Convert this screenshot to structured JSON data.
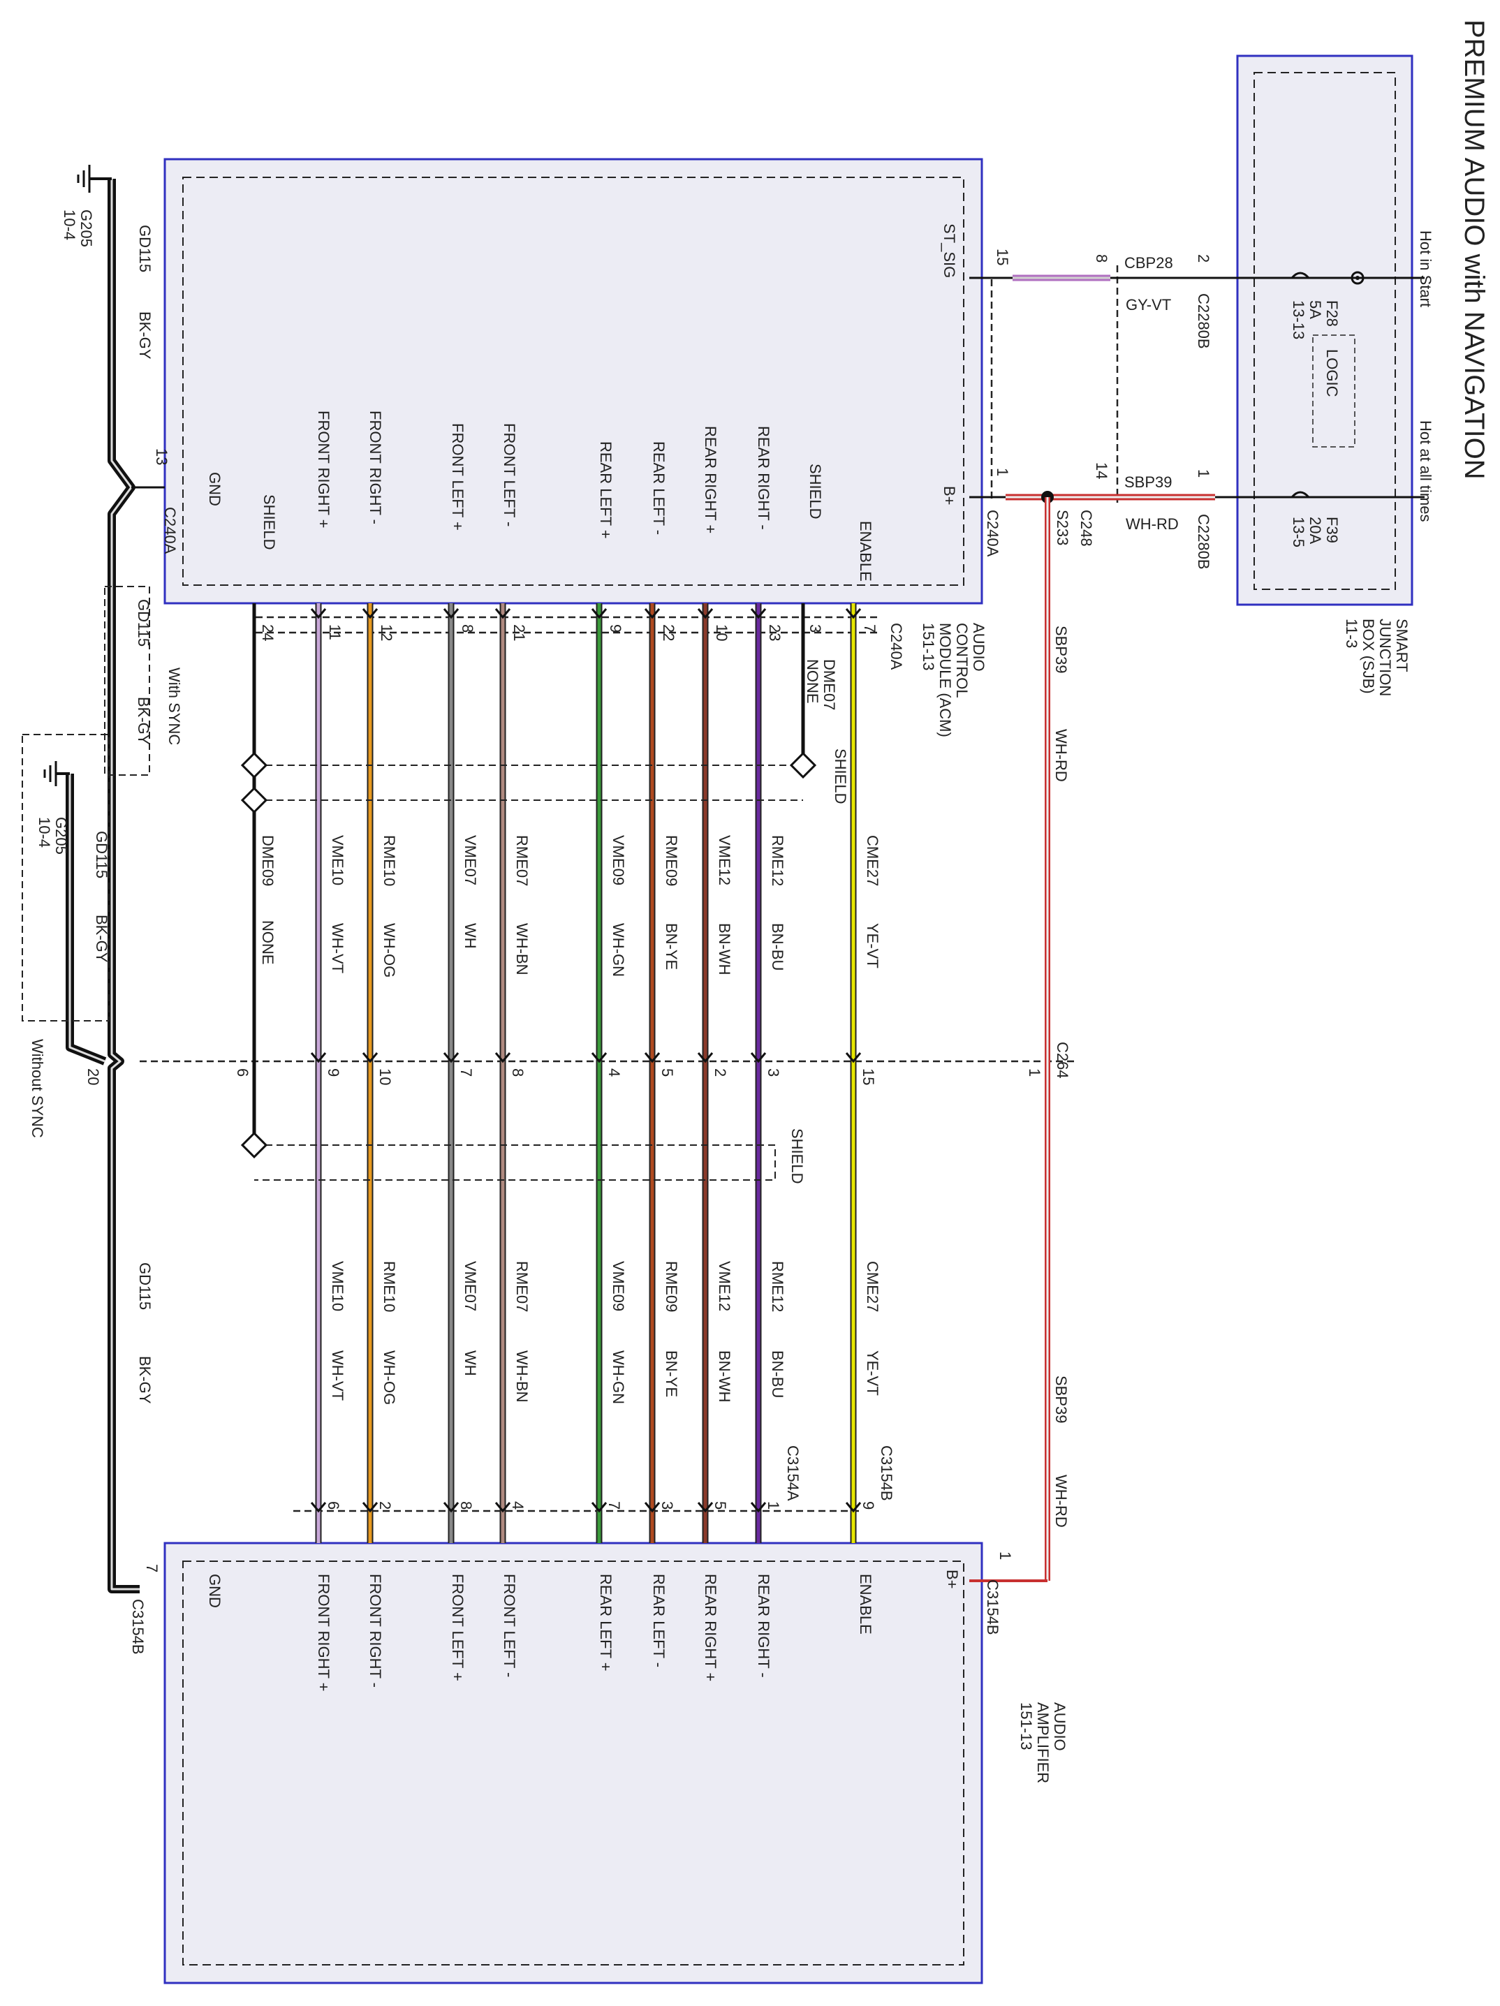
{
  "title": "PREMIUM AUDIO with NAVIGATION",
  "colors": {
    "box_border": "#3030c0",
    "module_fill": "#ececf4",
    "YE-VT": "#e6e600",
    "BN-BU": "#6a2aa0",
    "BN-WH": "#8b3a2a",
    "BN-YE": "#b04a20",
    "WH-GN": "#3a9a3a",
    "WH-BN": "#b08a80",
    "WH": "#888888",
    "WH-OG": "#e89a20",
    "WH-VT": "#c8a8d8",
    "BK": "#111111",
    "WH-RD": "#c83030",
    "GY-VT": "#b070c0"
  },
  "sjb": {
    "name_lines": [
      "SMART",
      "JUNCTION",
      "BOX (SJB)",
      "11-3"
    ],
    "hot_in_start": "Hot in Start",
    "hot_at_all_times": "Hot at all times",
    "logic": "LOGIC",
    "fuse1": [
      "F28",
      "5A",
      "13-13"
    ],
    "fuse2": [
      "F39",
      "20A",
      "13-5"
    ]
  },
  "acm": {
    "name_lines": [
      "AUDIO",
      "CONTROL",
      "MODULE (ACM)",
      "151-13"
    ],
    "connector": "C240A",
    "pins": [
      "ST_SIG",
      "B+",
      "ENABLE",
      "SHIELD",
      "REAR RIGHT -",
      "REAR RIGHT +",
      "REAR LEFT -",
      "REAR LEFT +",
      "FRONT LEFT -",
      "FRONT LEFT +",
      "FRONT RIGHT -",
      "FRONT RIGHT +",
      "SHIELD",
      "GND"
    ]
  },
  "amp": {
    "name_lines": [
      "AUDIO",
      "AMPLIFIER",
      "151-13"
    ],
    "connector_b": "C3154B",
    "connector_a": "C3154A",
    "pins": [
      "B+",
      "ENABLE",
      "REAR RIGHT -",
      "REAR RIGHT +",
      "REAR LEFT -",
      "REAR LEFT +",
      "FRONT LEFT -",
      "FRONT LEFT +",
      "FRONT RIGHT -",
      "FRONT RIGHT +",
      "GND"
    ]
  },
  "power": {
    "cbp28": "CBP28",
    "gy_vt": "GY-VT",
    "sbp39": "SBP39",
    "wh_rd": "WH-RD",
    "c2280b": "C2280B",
    "c248": "C248",
    "s233": "S233",
    "c264": "C264",
    "pins": {
      "p15": "15",
      "p8": "8",
      "p2a": "2",
      "p1a": "1",
      "p14": "14",
      "p1b": "1",
      "p1c": "1",
      "p1d": "1"
    }
  },
  "signals": [
    {
      "circuit": "CME27",
      "color": "YE-VT",
      "acm_pin": "7",
      "c264_pin": "15",
      "amp_pin": "9"
    },
    {
      "circuit": "RME12",
      "color": "BN-BU",
      "acm_pin": "23",
      "c264_pin": "3",
      "amp_pin": "1"
    },
    {
      "circuit": "VME12",
      "color": "BN-WH",
      "acm_pin": "10",
      "c264_pin": "2",
      "amp_pin": "5"
    },
    {
      "circuit": "RME09",
      "color": "BN-YE",
      "acm_pin": "22",
      "c264_pin": "5",
      "amp_pin": "3"
    },
    {
      "circuit": "VME09",
      "color": "WH-GN",
      "acm_pin": "9",
      "c264_pin": "4",
      "amp_pin": "7"
    },
    {
      "circuit": "RME07",
      "color": "WH-BN",
      "acm_pin": "21",
      "c264_pin": "8",
      "amp_pin": "4"
    },
    {
      "circuit": "VME07",
      "color": "WH",
      "acm_pin": "8",
      "c264_pin": "7",
      "amp_pin": "8"
    },
    {
      "circuit": "RME10",
      "color": "WH-OG",
      "acm_pin": "12",
      "c264_pin": "10",
      "amp_pin": "2"
    },
    {
      "circuit": "VME10",
      "color": "WH-VT",
      "acm_pin": "11",
      "c264_pin": "9",
      "amp_pin": "6"
    }
  ],
  "shields": {
    "dme07": "DME07",
    "none": "NONE",
    "shield": "SHIELD",
    "dme09": "DME09",
    "pin3": "3",
    "pin24": "24",
    "pin6": "6"
  },
  "ground": {
    "gd115": "GD115",
    "bk_gy": "BK-GY",
    "g205": "G205",
    "ref": "10-4",
    "with_sync": "With SYNC",
    "without_sync": "Without SYNC",
    "pin13": "13",
    "pin20": "20",
    "pin7": "7"
  }
}
